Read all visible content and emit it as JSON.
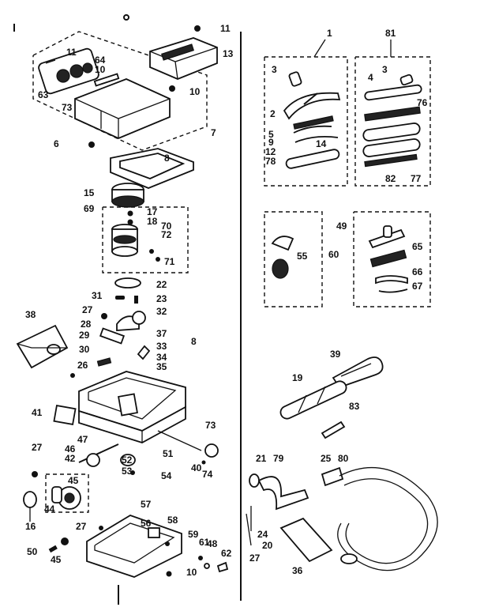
{
  "diagram": {
    "labels": [
      {
        "id": "l11a",
        "text": "11"
      },
      {
        "id": "l13",
        "text": "13"
      },
      {
        "id": "l11b",
        "text": "11"
      },
      {
        "id": "l64",
        "text": "64"
      },
      {
        "id": "l10a",
        "text": "10"
      },
      {
        "id": "l63",
        "text": "63"
      },
      {
        "id": "l10b",
        "text": "10"
      },
      {
        "id": "l73a",
        "text": "73"
      },
      {
        "id": "l7",
        "text": "7"
      },
      {
        "id": "l6",
        "text": "6"
      },
      {
        "id": "l8a",
        "text": "8"
      },
      {
        "id": "l15",
        "text": "15"
      },
      {
        "id": "l69",
        "text": "69"
      },
      {
        "id": "l17",
        "text": "17"
      },
      {
        "id": "l18",
        "text": "18"
      },
      {
        "id": "l70",
        "text": "70"
      },
      {
        "id": "l72",
        "text": "72"
      },
      {
        "id": "l71",
        "text": "71"
      },
      {
        "id": "l22",
        "text": "22"
      },
      {
        "id": "l31",
        "text": "31"
      },
      {
        "id": "l23",
        "text": "23"
      },
      {
        "id": "l27a",
        "text": "27"
      },
      {
        "id": "l32",
        "text": "32"
      },
      {
        "id": "l38",
        "text": "38"
      },
      {
        "id": "l28",
        "text": "28"
      },
      {
        "id": "l37",
        "text": "37"
      },
      {
        "id": "l8b",
        "text": "8"
      },
      {
        "id": "l29",
        "text": "29"
      },
      {
        "id": "l33",
        "text": "33"
      },
      {
        "id": "l30",
        "text": "30"
      },
      {
        "id": "l34",
        "text": "34"
      },
      {
        "id": "l26",
        "text": "26"
      },
      {
        "id": "l35",
        "text": "35"
      },
      {
        "id": "l41",
        "text": "41"
      },
      {
        "id": "l73b",
        "text": "73"
      },
      {
        "id": "l47",
        "text": "47"
      },
      {
        "id": "l27b",
        "text": "27"
      },
      {
        "id": "l46",
        "text": "46"
      },
      {
        "id": "l42",
        "text": "42"
      },
      {
        "id": "l45a",
        "text": "45"
      },
      {
        "id": "l52",
        "text": "52"
      },
      {
        "id": "l51",
        "text": "51"
      },
      {
        "id": "l40",
        "text": "40"
      },
      {
        "id": "l74",
        "text": "74"
      },
      {
        "id": "l53",
        "text": "53"
      },
      {
        "id": "l54",
        "text": "54"
      },
      {
        "id": "l44",
        "text": "44"
      },
      {
        "id": "l16",
        "text": "16"
      },
      {
        "id": "l57",
        "text": "57"
      },
      {
        "id": "l58",
        "text": "58"
      },
      {
        "id": "l56",
        "text": "56"
      },
      {
        "id": "l27c",
        "text": "27"
      },
      {
        "id": "l59",
        "text": "59"
      },
      {
        "id": "l61",
        "text": "61"
      },
      {
        "id": "l48",
        "text": "48"
      },
      {
        "id": "l62",
        "text": "62"
      },
      {
        "id": "l50",
        "text": "50"
      },
      {
        "id": "l45b",
        "text": "45"
      },
      {
        "id": "l10c",
        "text": "10"
      },
      {
        "id": "l1",
        "text": "1"
      },
      {
        "id": "l81",
        "text": "81"
      },
      {
        "id": "l3a",
        "text": "3"
      },
      {
        "id": "l3b",
        "text": "3"
      },
      {
        "id": "l4",
        "text": "4"
      },
      {
        "id": "l2",
        "text": "2"
      },
      {
        "id": "l76",
        "text": "76"
      },
      {
        "id": "l5",
        "text": "5"
      },
      {
        "id": "l9",
        "text": "9"
      },
      {
        "id": "l12",
        "text": "12"
      },
      {
        "id": "l14",
        "text": "14"
      },
      {
        "id": "l78",
        "text": "78"
      },
      {
        "id": "l82",
        "text": "82"
      },
      {
        "id": "l77",
        "text": "77"
      },
      {
        "id": "l49",
        "text": "49"
      },
      {
        "id": "l55",
        "text": "55"
      },
      {
        "id": "l60",
        "text": "60"
      },
      {
        "id": "l65",
        "text": "65"
      },
      {
        "id": "l66",
        "text": "66"
      },
      {
        "id": "l67",
        "text": "67"
      },
      {
        "id": "l39",
        "text": "39"
      },
      {
        "id": "l19",
        "text": "19"
      },
      {
        "id": "l83",
        "text": "83"
      },
      {
        "id": "l21",
        "text": "21"
      },
      {
        "id": "l79",
        "text": "79"
      },
      {
        "id": "l25",
        "text": "25"
      },
      {
        "id": "l80",
        "text": "80"
      },
      {
        "id": "l24",
        "text": "24"
      },
      {
        "id": "l20",
        "text": "20"
      },
      {
        "id": "l27d",
        "text": "27"
      },
      {
        "id": "l36",
        "text": "36"
      }
    ]
  }
}
